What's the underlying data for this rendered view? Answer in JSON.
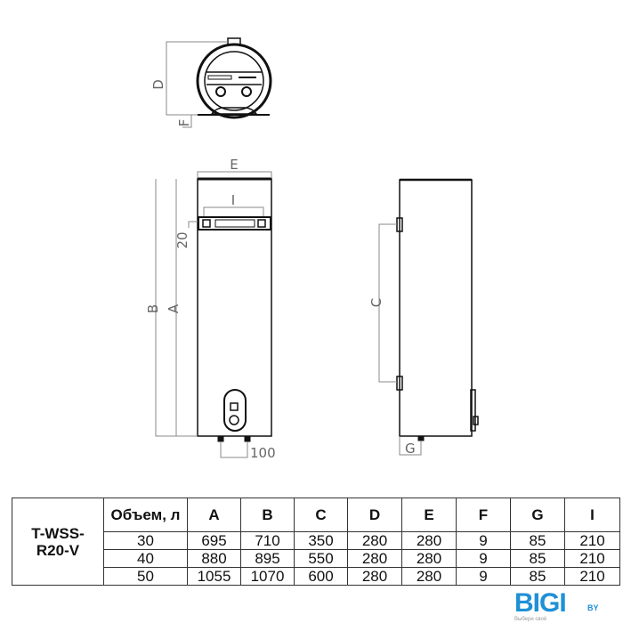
{
  "drawing": {
    "labels": {
      "D": "D",
      "F": "F",
      "E": "E",
      "I": "I",
      "dim20": "20",
      "B": "B",
      "A": "A",
      "dim100": "100",
      "C": "C",
      "G": "G"
    }
  },
  "table": {
    "model": "T-WSS-R20-V",
    "headers": [
      "Объем, л",
      "A",
      "B",
      "C",
      "D",
      "E",
      "F",
      "G",
      "I"
    ],
    "rows": [
      [
        "30",
        "695",
        "710",
        "350",
        "280",
        "280",
        "9",
        "85",
        "210"
      ],
      [
        "40",
        "880",
        "895",
        "550",
        "280",
        "280",
        "9",
        "85",
        "210"
      ],
      [
        "50",
        "1055",
        "1070",
        "600",
        "280",
        "280",
        "9",
        "85",
        "210"
      ]
    ]
  },
  "logo": {
    "brand": "BIGI",
    "domain": "BY",
    "tagline": "Выбери своё",
    "color": "#1e90d6"
  }
}
